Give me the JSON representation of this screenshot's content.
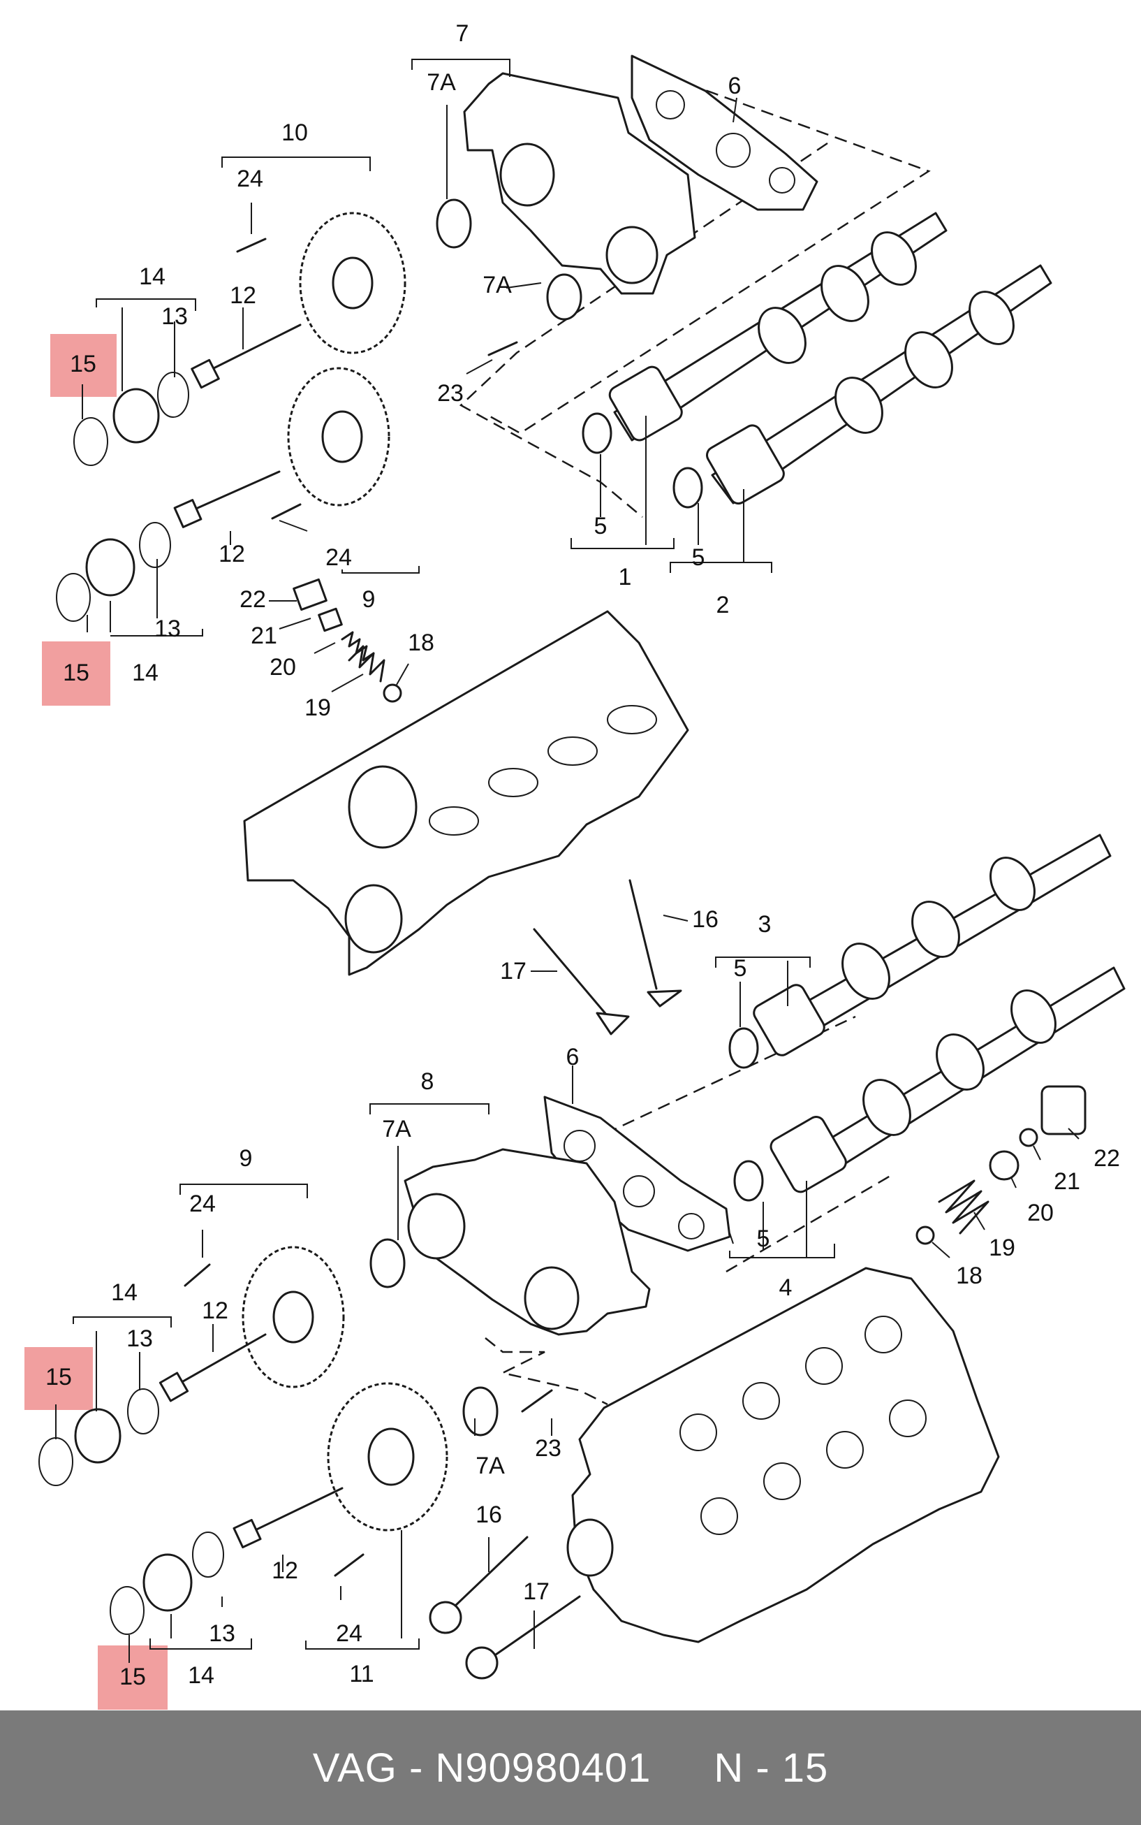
{
  "footer": {
    "part_text": "VAG - N90980401",
    "ref_text": "N - 15"
  },
  "colors": {
    "highlight": "#ee8e8e",
    "footer_bg": "#7a7a7a",
    "line": "#1a1a1a"
  },
  "callouts": [
    {
      "id": "c1",
      "text": "1"
    },
    {
      "id": "c2",
      "text": "2"
    },
    {
      "id": "c3",
      "text": "3"
    },
    {
      "id": "c4",
      "text": "4"
    },
    {
      "id": "c5a",
      "text": "5"
    },
    {
      "id": "c5b",
      "text": "5"
    },
    {
      "id": "c5c",
      "text": "5"
    },
    {
      "id": "c5d",
      "text": "5"
    },
    {
      "id": "c6a",
      "text": "6"
    },
    {
      "id": "c6b",
      "text": "6"
    },
    {
      "id": "c7",
      "text": "7"
    },
    {
      "id": "c7Aa",
      "text": "7A"
    },
    {
      "id": "c7Ab",
      "text": "7A"
    },
    {
      "id": "c7Ac",
      "text": "7A"
    },
    {
      "id": "c7Ad",
      "text": "7A"
    },
    {
      "id": "c8",
      "text": "8"
    },
    {
      "id": "c9a",
      "text": "9"
    },
    {
      "id": "c9b",
      "text": "9"
    },
    {
      "id": "c10",
      "text": "10"
    },
    {
      "id": "c11",
      "text": "11"
    },
    {
      "id": "c12a",
      "text": "12"
    },
    {
      "id": "c12b",
      "text": "12"
    },
    {
      "id": "c12c",
      "text": "12"
    },
    {
      "id": "c12d",
      "text": "12"
    },
    {
      "id": "c13a",
      "text": "13"
    },
    {
      "id": "c13b",
      "text": "13"
    },
    {
      "id": "c13c",
      "text": "13"
    },
    {
      "id": "c13d",
      "text": "13"
    },
    {
      "id": "c14a",
      "text": "14"
    },
    {
      "id": "c14b",
      "text": "14"
    },
    {
      "id": "c14c",
      "text": "14"
    },
    {
      "id": "c14d",
      "text": "14"
    },
    {
      "id": "c15a",
      "text": "15"
    },
    {
      "id": "c15b",
      "text": "15"
    },
    {
      "id": "c15c",
      "text": "15"
    },
    {
      "id": "c15d",
      "text": "15"
    },
    {
      "id": "c16a",
      "text": "16"
    },
    {
      "id": "c16b",
      "text": "16"
    },
    {
      "id": "c17a",
      "text": "17"
    },
    {
      "id": "c17b",
      "text": "17"
    },
    {
      "id": "c18a",
      "text": "18"
    },
    {
      "id": "c18b",
      "text": "18"
    },
    {
      "id": "c19a",
      "text": "19"
    },
    {
      "id": "c19b",
      "text": "19"
    },
    {
      "id": "c20a",
      "text": "20"
    },
    {
      "id": "c20b",
      "text": "20"
    },
    {
      "id": "c21a",
      "text": "21"
    },
    {
      "id": "c21b",
      "text": "21"
    },
    {
      "id": "c22a",
      "text": "22"
    },
    {
      "id": "c22b",
      "text": "22"
    },
    {
      "id": "c23a",
      "text": "23"
    },
    {
      "id": "c23b",
      "text": "23"
    },
    {
      "id": "c24a",
      "text": "24"
    },
    {
      "id": "c24b",
      "text": "24"
    },
    {
      "id": "c24c",
      "text": "24"
    },
    {
      "id": "c24d",
      "text": "24"
    }
  ]
}
